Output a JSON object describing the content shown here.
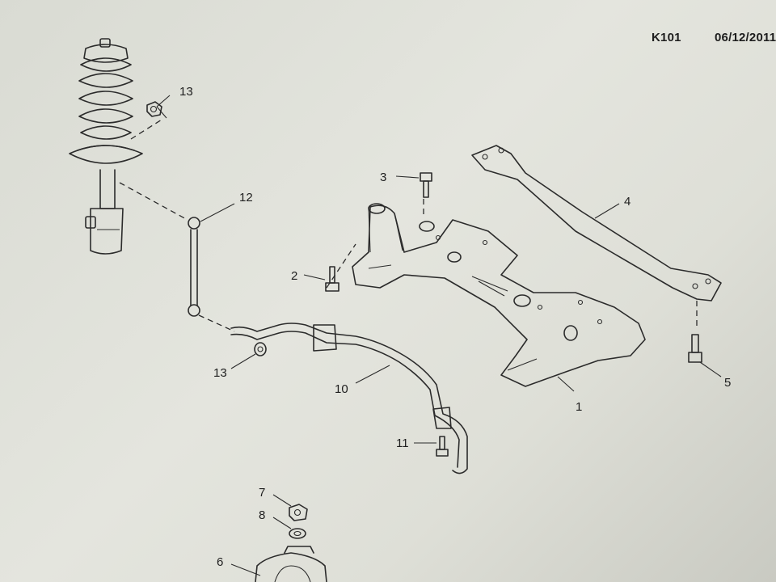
{
  "header": {
    "sheet_code": "K101",
    "date": "06/12/2011"
  },
  "callouts": [
    {
      "id": "1",
      "label": "1"
    },
    {
      "id": "2",
      "label": "2"
    },
    {
      "id": "3",
      "label": "3"
    },
    {
      "id": "4",
      "label": "4"
    },
    {
      "id": "5",
      "label": "5"
    },
    {
      "id": "6",
      "label": "6"
    },
    {
      "id": "7",
      "label": "7"
    },
    {
      "id": "8",
      "label": "8"
    },
    {
      "id": "10",
      "label": "10"
    },
    {
      "id": "11",
      "label": "11"
    },
    {
      "id": "12",
      "label": "12"
    },
    {
      "id": "13a",
      "label": "13"
    },
    {
      "id": "13b",
      "label": "13"
    }
  ],
  "colors": {
    "paper": "#e2e3dc",
    "ink": "#2b2b2b"
  }
}
